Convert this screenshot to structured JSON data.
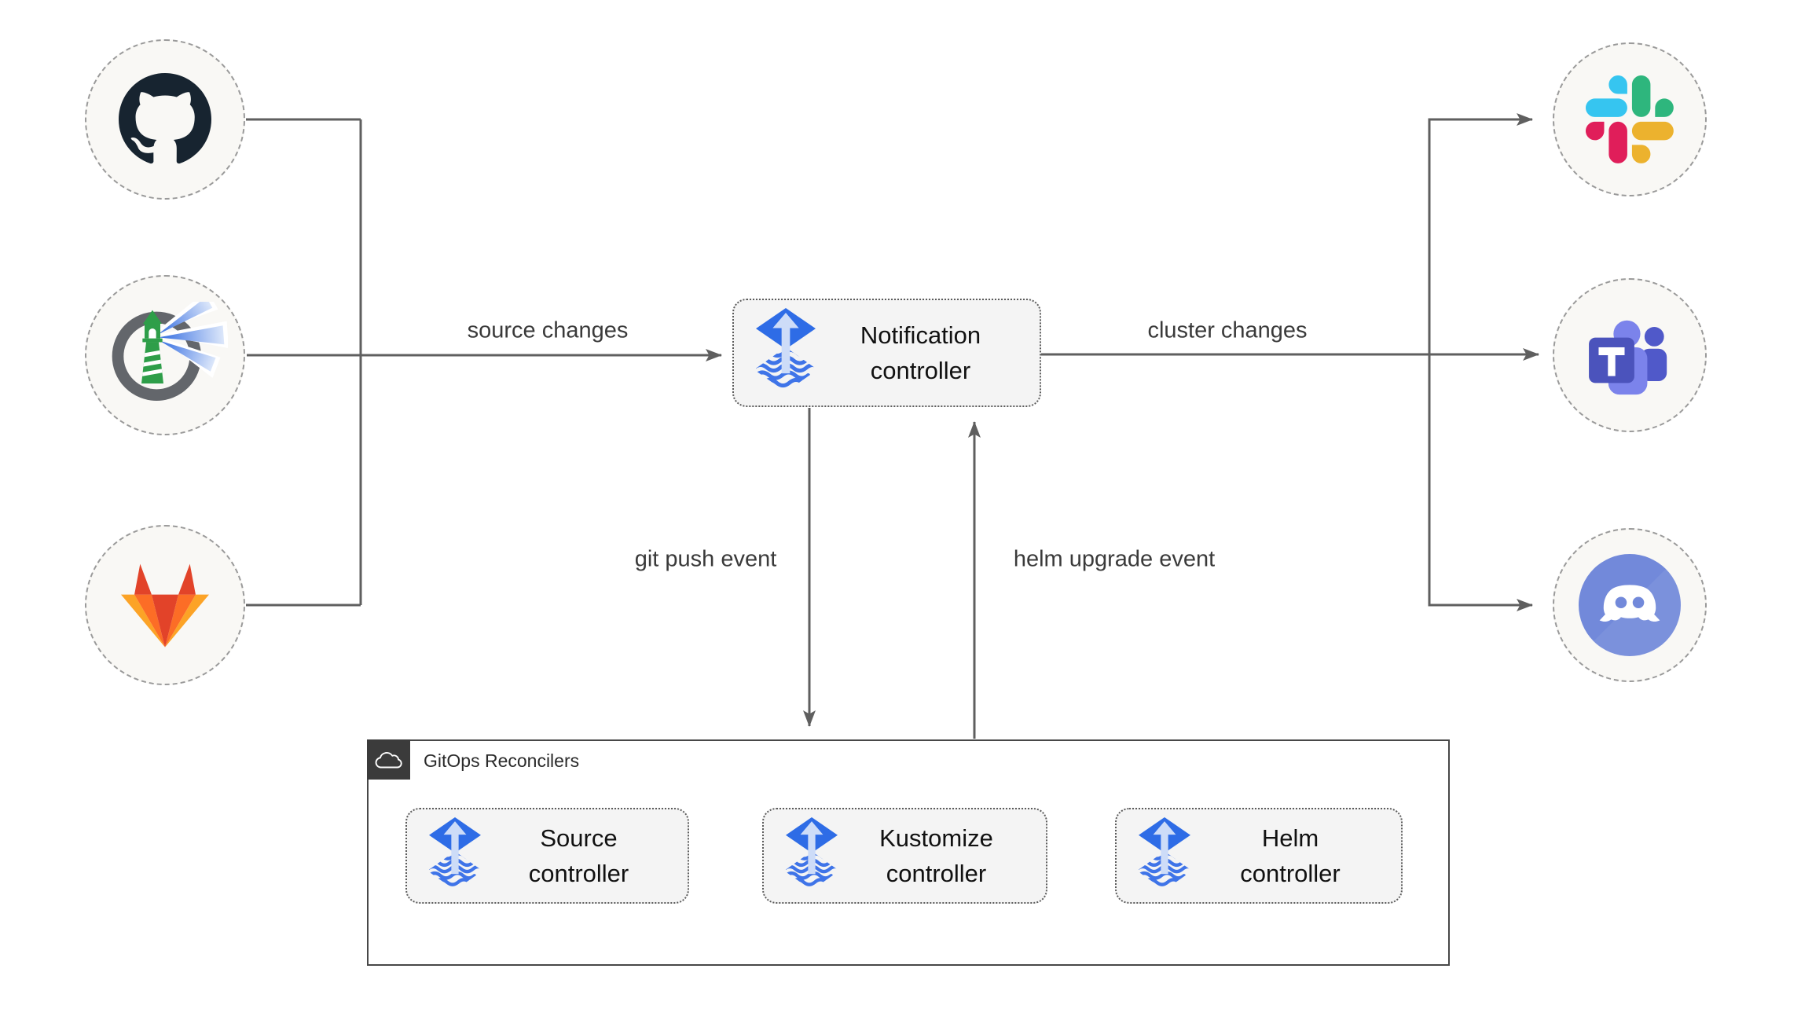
{
  "nodes": {
    "sources": [
      {
        "name": "GitHub",
        "icon": "github-icon"
      },
      {
        "name": "Harbor",
        "icon": "harbor-icon"
      },
      {
        "name": "GitLab",
        "icon": "gitlab-icon"
      }
    ],
    "notification": {
      "line1": "Notification",
      "line2": "controller",
      "icon": "flux-icon"
    },
    "alert_providers": [
      {
        "name": "Slack",
        "icon": "slack-icon"
      },
      {
        "name": "Microsoft Teams",
        "icon": "teams-icon"
      },
      {
        "name": "Discord",
        "icon": "discord-icon"
      }
    ],
    "reconcilers_group": {
      "title": "GitOps Reconcilers",
      "icon": "cloud-icon"
    },
    "reconcilers": [
      {
        "line1": "Source",
        "line2": "controller",
        "icon": "flux-icon"
      },
      {
        "line1": "Kustomize",
        "line2": "controller",
        "icon": "flux-icon"
      },
      {
        "line1": "Helm",
        "line2": "controller",
        "icon": "flux-icon"
      }
    ]
  },
  "edges": {
    "source_changes": "source changes",
    "cluster_changes": "cluster changes",
    "git_push_event": "git push event",
    "helm_upgrade_event": "helm upgrade event"
  },
  "colors": {
    "line": "#5F5F5F",
    "circle_fill": "#F9F8F5",
    "circle_dash": "#9A9A9A",
    "box_fill": "#F4F4F4",
    "box_border": "#5C5C5C",
    "group_border": "#474747",
    "group_tab": "#3B3B3B",
    "flux_blue": "#2E6CE6",
    "flux_wave": "#3F74E8",
    "flux_arrow": "#CDDCF8",
    "github_dark": "#172430",
    "harbor_gray": "#63666B",
    "harbor_green": "#2E9E49",
    "harbor_beam": "#2F6BE0",
    "gitlab_red": "#E24329",
    "gitlab_orange": "#FC6D26",
    "gitlab_amber": "#FCA326",
    "slack_blue": "#36C5F0",
    "slack_green": "#2EB67D",
    "slack_yellow": "#ECB22E",
    "slack_red": "#E01E5A",
    "teams_tile": "#4B53BC",
    "teams_light": "#7B83EB",
    "teams_dark": "#5059C9",
    "discord_blurple": "#7289DA"
  }
}
